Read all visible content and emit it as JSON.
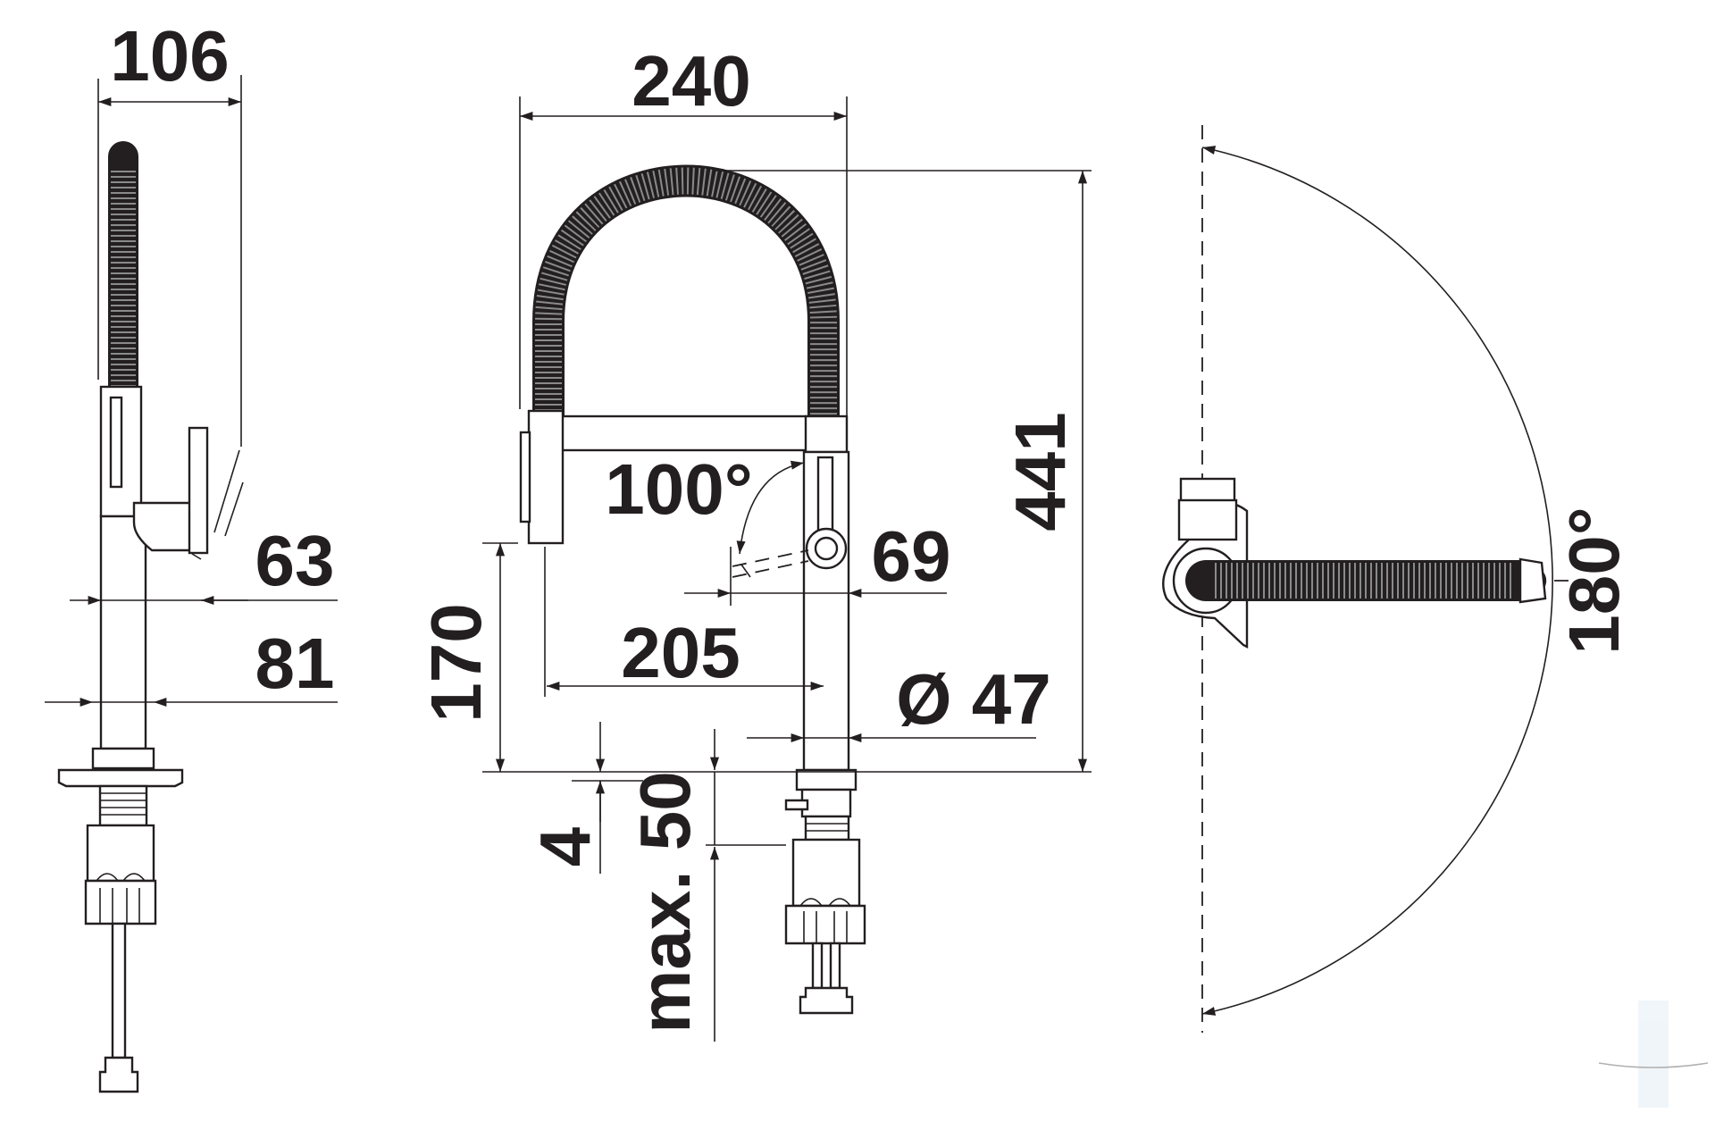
{
  "dimensions": {
    "side_top_width": "106",
    "front_width": "240",
    "total_height": "441",
    "side_offset_63": "63",
    "side_offset_81": "81",
    "lever_angle": "100°",
    "spout_offset": "69",
    "reach": "205",
    "outlet_height": "170",
    "base_diameter": "Ø 47",
    "base_plate": "4",
    "counter_thickness": "max. 50",
    "swivel_angle": "180°"
  },
  "colors": {
    "line": "#231f20",
    "hose_ribs": "#8a8a8a",
    "background": "#ffffff"
  }
}
